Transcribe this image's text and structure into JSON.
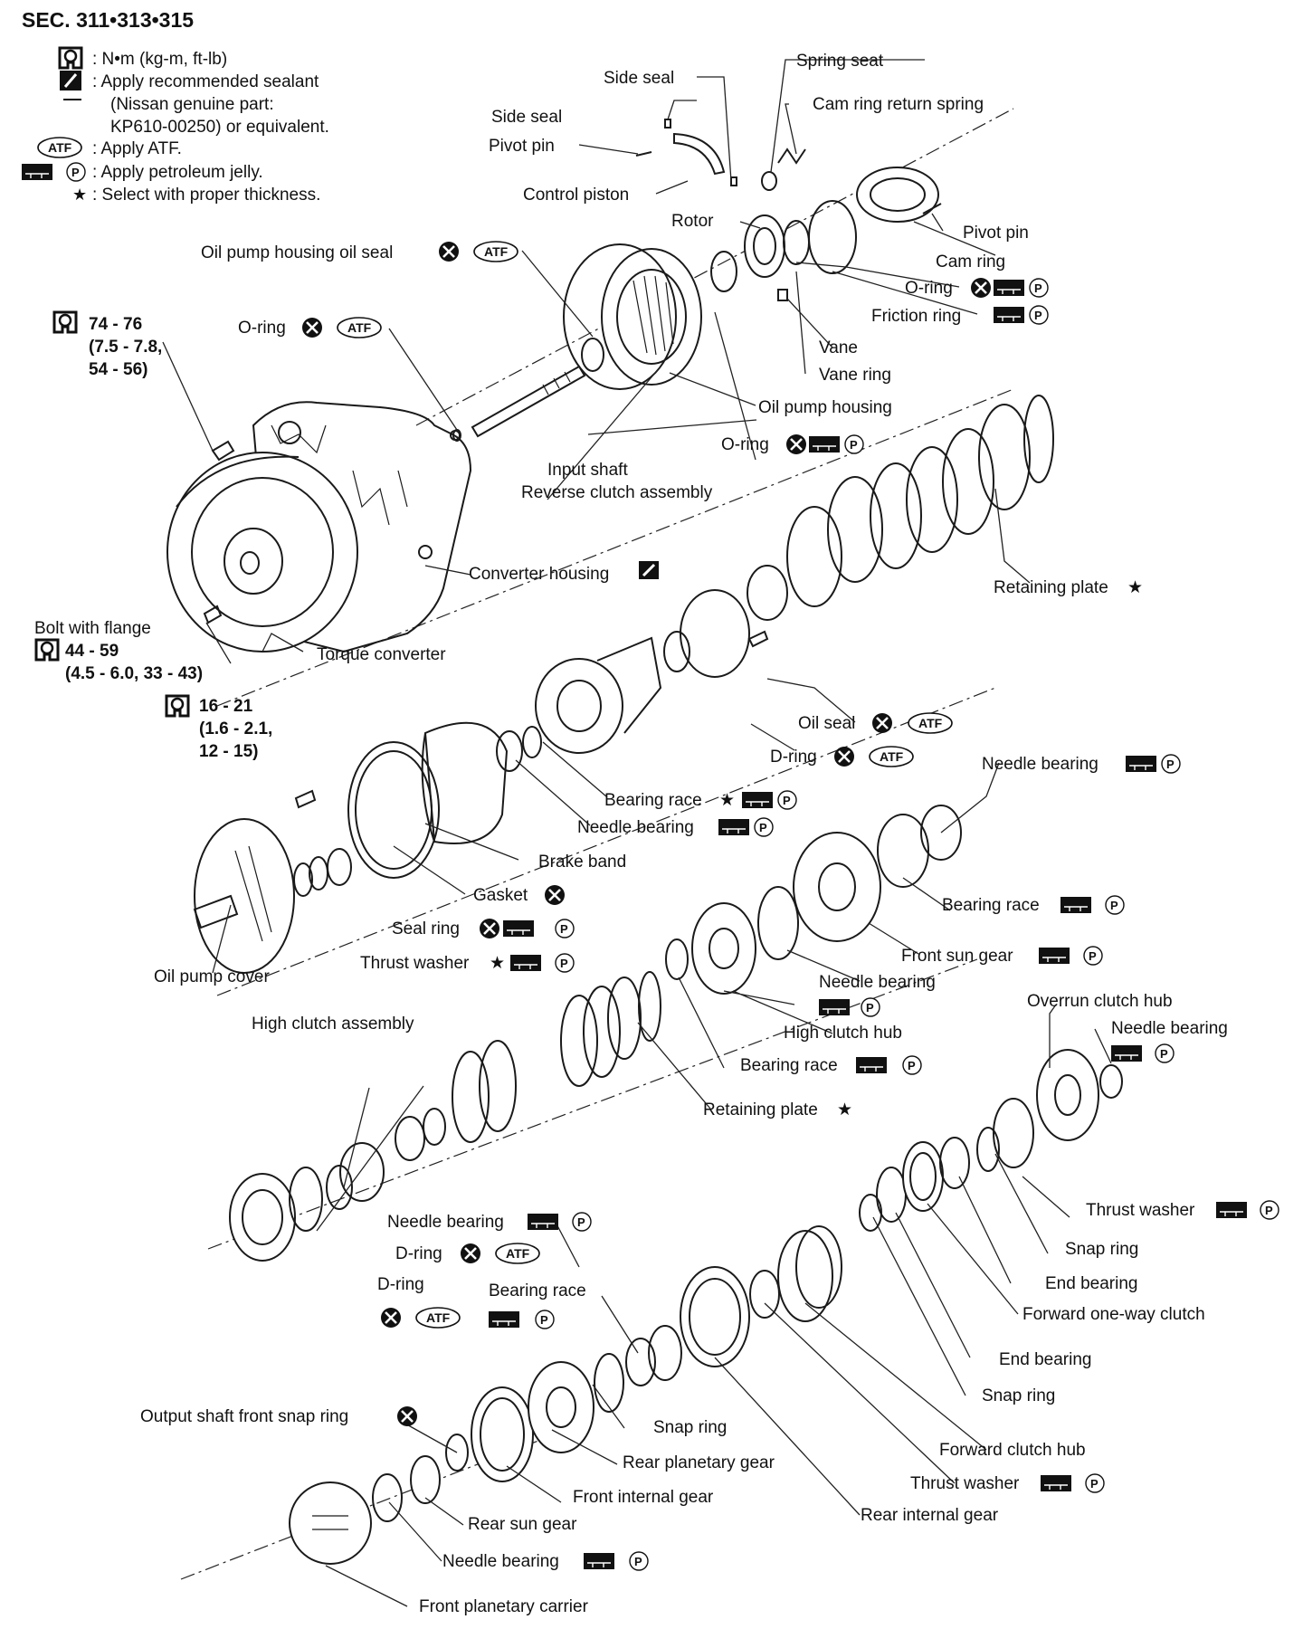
{
  "title": "SEC. 311•313•315",
  "legend": [
    {
      "icon": "torque-wrench-icon",
      "text": ": N•m (kg-m, ft-lb)"
    },
    {
      "icon": "sealant-icon",
      "text": ": Apply recommended sealant"
    },
    {
      "icon": "",
      "text": "(Nissan genuine part:"
    },
    {
      "icon": "",
      "text": "KP610-00250) or equivalent."
    },
    {
      "icon": "atf-icon",
      "text": ": Apply ATF."
    },
    {
      "icon": "petroleum-jelly-icon",
      "text": ": Apply petroleum jelly."
    },
    {
      "icon": "star-icon",
      "text": ": Select with proper thickness."
    }
  ],
  "symbols": {
    "atf": "ATF",
    "p": "P",
    "star": "★"
  },
  "torque_specs": {
    "housing_bolt": [
      "74 - 76",
      "(7.5 - 7.8,",
      "54 - 56)"
    ],
    "flange_bolt_title": "Bolt with flange",
    "flange_bolt": [
      "44 - 59",
      "(4.5 - 6.0, 33 - 43)"
    ],
    "pump_cover_bolt": [
      "16 - 21",
      "(1.6 - 2.1,",
      "12 - 15)"
    ]
  },
  "labels": {
    "side_seal_top": "Side seal",
    "side_seal": "Side seal",
    "pivot_pin_left": "Pivot pin",
    "control_piston": "Control piston",
    "spring_seat": "Spring seat",
    "cam_ring_return_spring": "Cam ring return spring",
    "pivot_pin_right": "Pivot pin",
    "cam_ring": "Cam ring",
    "rotor": "Rotor",
    "o_ring_top": "O-ring",
    "friction_ring": "Friction ring",
    "vane": "Vane",
    "vane_ring": "Vane ring",
    "oil_pump_housing_oil_seal": "Oil pump housing oil seal",
    "o_ring_left": "O-ring",
    "oil_pump_housing": "Oil pump housing",
    "o_ring_mid": "O-ring",
    "input_shaft": "Input shaft",
    "reverse_clutch_assembly": "Reverse clutch assembly",
    "converter_housing": "Converter housing",
    "retaining_plate_top": "Retaining plate",
    "torque_converter": "Torque converter",
    "oil_seal": "Oil seal",
    "d_ring_top": "D-ring",
    "needle_bearing_r1": "Needle bearing",
    "bearing_race_1": "Bearing race",
    "needle_bearing_1": "Needle bearing",
    "brake_band": "Brake band",
    "gasket": "Gasket",
    "bearing_race_2": "Bearing race",
    "seal_ring": "Seal ring",
    "front_sun_gear": "Front sun gear",
    "thrust_washer_1": "Thrust washer",
    "needle_bearing_2": "Needle bearing",
    "oil_pump_cover": "Oil pump cover",
    "overrun_clutch_hub": "Overrun clutch hub",
    "high_clutch_hub": "High clutch hub",
    "needle_bearing_3": "Needle bearing",
    "high_clutch_assembly": "High clutch assembly",
    "bearing_race_3": "Bearing race",
    "retaining_plate_mid": "Retaining plate",
    "thrust_washer_2": "Thrust washer",
    "needle_bearing_4": "Needle bearing",
    "snap_ring_1": "Snap ring",
    "d_ring_1": "D-ring",
    "end_bearing_1": "End bearing",
    "d_ring_2": "D-ring",
    "bearing_race_4": "Bearing race",
    "forward_one_way_clutch": "Forward one-way clutch",
    "end_bearing_2": "End bearing",
    "snap_ring_2": "Snap ring",
    "output_shaft_front_snap_ring": "Output shaft front snap ring",
    "snap_ring_3": "Snap ring",
    "forward_clutch_hub": "Forward clutch hub",
    "rear_planetary_gear": "Rear planetary gear",
    "thrust_washer_3": "Thrust washer",
    "front_internal_gear": "Front internal gear",
    "rear_internal_gear": "Rear internal gear",
    "rear_sun_gear": "Rear sun gear",
    "needle_bearing_5": "Needle bearing",
    "front_planetary_carrier": "Front planetary carrier"
  }
}
